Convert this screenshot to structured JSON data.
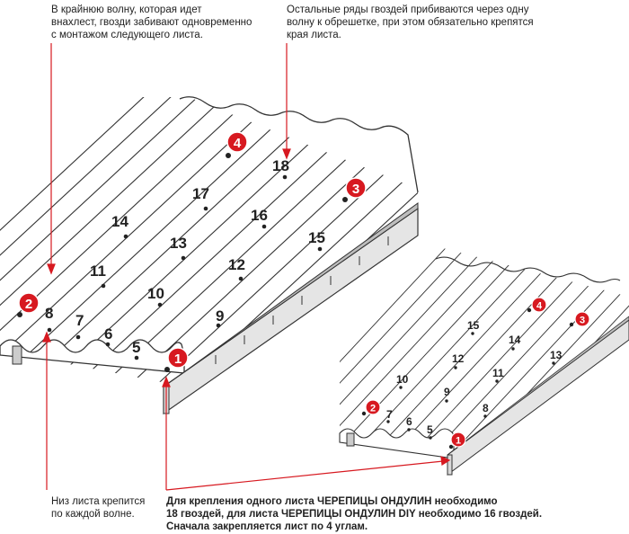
{
  "notes": {
    "top_left": [
      "В крайнюю волну, которая идет",
      "внахлест, гвозди забивают одновременно",
      "с монтажом следующего листа."
    ],
    "top_right": [
      "Остальные ряды гвоздей прибиваются через одну",
      "волну к обрешетке, при этом обязательно крепятся",
      "края листа."
    ],
    "bottom_left": [
      "Низ листа крепится",
      "по каждой волне."
    ],
    "bottom_right": [
      "Для крепления одного листа ЧЕРЕПИЦЫ ОНДУЛИН необходимо",
      "18 гвоздей, для листа ЧЕРЕПИЦЫ ОНДУЛИН DIY необходимо 16 гвоздей.",
      "Сначала закрепляется лист по 4 углам."
    ]
  },
  "large_sheet": {
    "corner_badges": [
      "1",
      "2",
      "3",
      "4"
    ],
    "nail_numbers": [
      "5",
      "6",
      "7",
      "8",
      "9",
      "10",
      "11",
      "12",
      "13",
      "14",
      "15",
      "16",
      "17",
      "18"
    ]
  },
  "small_sheet": {
    "corner_badges": [
      "1",
      "2",
      "3",
      "4"
    ],
    "nail_numbers": [
      "5",
      "6",
      "7",
      "8",
      "9",
      "10",
      "11",
      "12",
      "13",
      "14",
      "15"
    ]
  },
  "colors": {
    "badge": "#d71920",
    "arrow": "#d71920",
    "line": "#333333"
  }
}
